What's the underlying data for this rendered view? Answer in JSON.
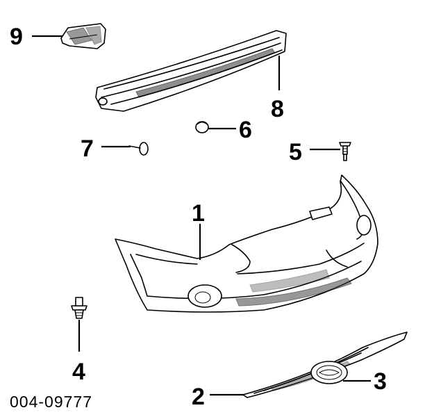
{
  "callouts": {
    "c1": "1",
    "c2": "2",
    "c3": "3",
    "c4": "4",
    "c5": "5",
    "c6": "6",
    "c7": "7",
    "c8": "8",
    "c9": "9"
  },
  "doc_id": "004-09777"
}
